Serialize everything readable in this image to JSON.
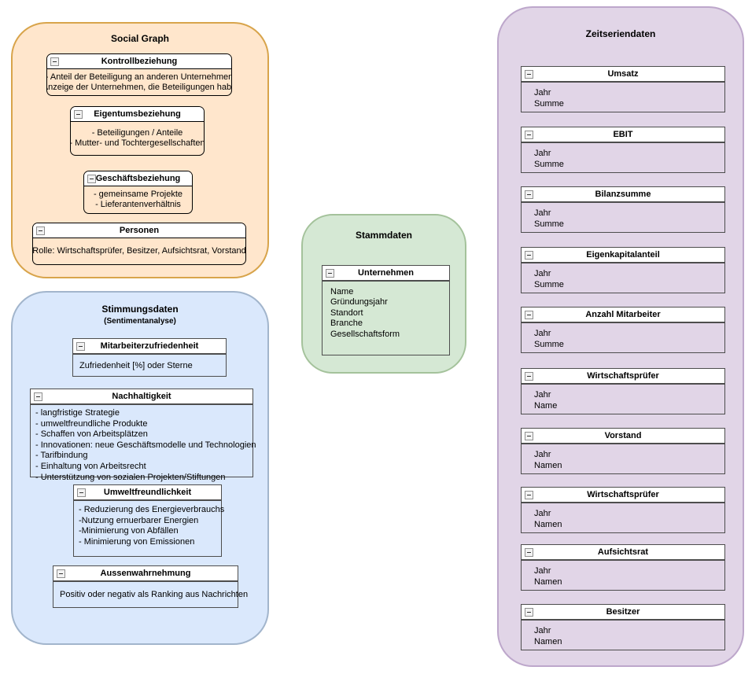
{
  "colors": {
    "background": "#ffffff",
    "social_graph_fill": "#ffe6cc",
    "social_graph_stroke": "#d8a44b",
    "stimmungsdaten_fill": "#dae8fc",
    "stimmungsdaten_stroke": "#a2b5cc",
    "stammdaten_fill": "#d5e8d4",
    "stammdaten_stroke": "#a4c29b",
    "zeitseriendaten_fill": "#e1d5e7",
    "zeitseriendaten_stroke": "#bda7cb",
    "entity_header_fill": "#ffffff",
    "entity_border_rounded": "#000000",
    "entity_border_square": "#4d4d4d"
  },
  "containers": {
    "social_graph": {
      "title": "Social Graph",
      "entities": [
        {
          "title": "Kontrollbeziehung",
          "lines": [
            "- Anteil der Beteiligung an anderen Unternehmen",
            "- Anzeige der Unternehmen, die Beteiligungen haben"
          ]
        },
        {
          "title": "Eigentumsbeziehung",
          "lines": [
            "- Beteiligungen / Anteile",
            "- Mutter- und Tochtergesellschaften"
          ]
        },
        {
          "title": "Geschäftsbeziehung",
          "lines": [
            "- gemeinsame Projekte",
            "- Lieferantenverhältnis"
          ]
        },
        {
          "title": "Personen",
          "lines": [
            "Rolle: Wirtschaftsprüfer, Besitzer, Aufsichtsrat, Vorstand"
          ]
        }
      ]
    },
    "stimmungsdaten": {
      "title": "Stimmungsdaten",
      "subtitle": "(Sentimentanalyse)",
      "entities": [
        {
          "title": "Mitarbeiterzufriedenheit",
          "lines": [
            "Zufriedenheit [%] oder Sterne"
          ]
        },
        {
          "title": "Nachhaltigkeit",
          "lines": [
            "- langfristige Strategie",
            "- umweltfreundliche Produkte",
            "- Schaffen von Arbeitsplätzen",
            "- Innovationen: neue Geschäftsmodelle und Technologien",
            "- Tarifbindung",
            "- Einhaltung von Arbeitsrecht",
            "- Unterstützung von sozialen Projekten/Stiftungen"
          ]
        },
        {
          "title": "Umweltfreundlichkeit",
          "lines": [
            "- Reduzierung des Energieverbrauchs",
            "-Nutzung ernuerbarer Energien",
            "-Minimierung von Abfällen",
            "- Minimierung von Emissionen"
          ]
        },
        {
          "title": "Aussenwahrnehmung",
          "lines": [
            "Positiv oder negativ als Ranking aus Nachrichten"
          ]
        }
      ]
    },
    "stammdaten": {
      "title": "Stammdaten",
      "entities": [
        {
          "title": "Unternehmen",
          "lines": [
            "Name",
            "Gründungsjahr",
            "Standort",
            "Branche",
            "Gesellschaftsform"
          ]
        }
      ]
    },
    "zeitseriendaten": {
      "title": "Zeitseriendaten",
      "entities": [
        {
          "title": "Umsatz",
          "lines": [
            "Jahr",
            "Summe"
          ]
        },
        {
          "title": "EBIT",
          "lines": [
            "Jahr",
            "Summe"
          ]
        },
        {
          "title": "Bilanzsumme",
          "lines": [
            "Jahr",
            "Summe"
          ]
        },
        {
          "title": "Eigenkapitalanteil",
          "lines": [
            "Jahr",
            "Summe"
          ]
        },
        {
          "title": "Anzahl Mitarbeiter",
          "lines": [
            "Jahr",
            "Summe"
          ]
        },
        {
          "title": "Wirtschaftsprüfer",
          "lines": [
            "Jahr",
            "Name"
          ]
        },
        {
          "title": "Vorstand",
          "lines": [
            "Jahr",
            "Namen"
          ]
        },
        {
          "title": "Wirtschaftsprüfer",
          "lines": [
            "Jahr",
            "Namen"
          ]
        },
        {
          "title": "Aufsichtsrat",
          "lines": [
            "Jahr",
            "Namen"
          ]
        },
        {
          "title": "Besitzer",
          "lines": [
            "Jahr",
            "Namen"
          ]
        }
      ]
    }
  }
}
